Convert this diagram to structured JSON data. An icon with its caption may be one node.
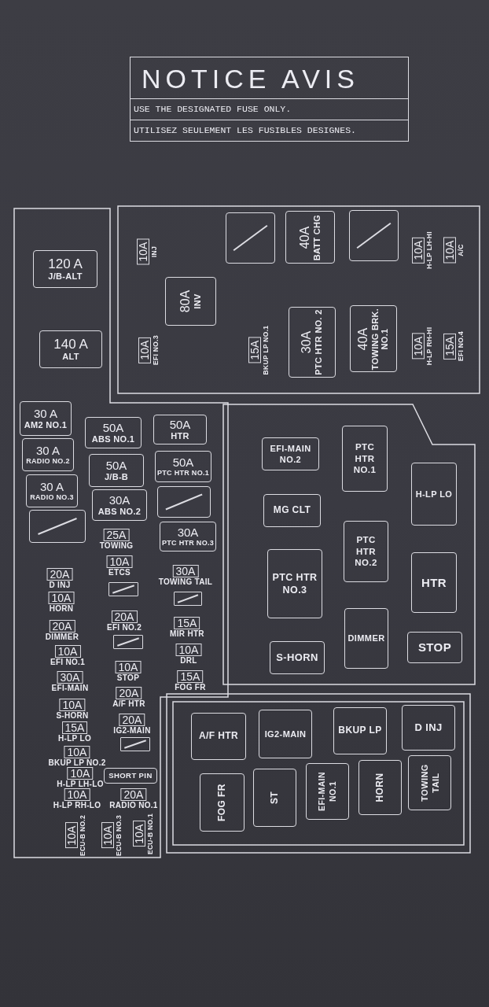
{
  "diagram": {
    "nodes": [
      {
        "text": [
          "NOTICE AVIS",
          "USE THE DESIGNATED FUSE ONLY.",
          "UTILISEZ SEULEMENT LES FUSIBLES DESIGNES."
        ]
      },
      {
        "text": [
          "10A",
          "INJ"
        ]
      },
      {
        "text": [
          "80A",
          "INV"
        ]
      },
      {
        "text": [],
        "shape": "box"
      },
      {
        "text": [
          "40A",
          "BATT CHG"
        ]
      },
      {
        "text": [],
        "shape": "box"
      },
      {
        "text": [
          "10A",
          "H-LP LH-HI"
        ]
      },
      {
        "text": [
          "10A",
          "A/C"
        ]
      },
      {
        "text": [
          "10A",
          "EFI NO.3"
        ]
      },
      {
        "text": [
          "15A",
          "BKUP LP NO.1"
        ]
      },
      {
        "text": [
          "30A",
          "PTC HTR NO. 2"
        ]
      },
      {
        "text": [
          "40A",
          "TOWING BRK. NO.1"
        ]
      },
      {
        "text": [
          "10A",
          "H-LP RH-HI"
        ]
      },
      {
        "text": [
          "15A",
          "EFI NO.4"
        ]
      },
      {
        "text": [
          "120 A",
          "J/B-ALT"
        ]
      },
      {
        "text": [
          "140 A",
          "ALT"
        ]
      },
      {
        "text": [
          "30 A",
          "AM2 NO.1"
        ]
      },
      {
        "text": [
          "50A",
          "ABS NO.1"
        ]
      },
      {
        "text": [
          "50A",
          "HTR"
        ]
      },
      {
        "text": [
          "30 A",
          "RADIO NO.2"
        ]
      },
      {
        "text": [
          "50A",
          "J/B-B"
        ]
      },
      {
        "text": [
          "50A",
          "PTC HTR NO.1"
        ]
      },
      {
        "text": [
          "30 A",
          "RADIO NO.3"
        ]
      },
      {
        "text": [
          "30A",
          "ABS NO.2"
        ]
      },
      {
        "text": [],
        "shape": "box"
      },
      {
        "text": [],
        "shape": "box"
      },
      {
        "text": [
          "25A",
          "TOWING"
        ]
      },
      {
        "text": [
          "30A",
          "PTC HTR NO.3"
        ]
      },
      {
        "text": [
          "10A",
          "ETCS"
        ]
      },
      {
        "text": [
          "30A",
          "TOWING TAIL"
        ]
      },
      {
        "text": [
          "20A",
          "D INJ"
        ]
      },
      {
        "text": [],
        "shape": "box"
      },
      {
        "text": [],
        "shape": "box"
      },
      {
        "text": [
          "10A",
          "HORN"
        ]
      },
      {
        "text": [
          "20A",
          "EFI NO.2"
        ]
      },
      {
        "text": [
          "15A",
          "MIR HTR"
        ]
      },
      {
        "text": [
          "20A",
          "DIMMER"
        ]
      },
      {
        "text": [],
        "shape": "box"
      },
      {
        "text": [
          "10A",
          "DRL"
        ]
      },
      {
        "text": [
          "10A",
          "EFI NO.1"
        ]
      },
      {
        "text": [
          "10A",
          "STOP"
        ]
      },
      {
        "text": [
          "15A",
          "FOG FR"
        ]
      },
      {
        "text": [
          "30A",
          "EFI-MAIN"
        ]
      },
      {
        "text": [
          "20A",
          "A/F HTR"
        ]
      },
      {
        "text": [
          "10A",
          "S-HORN"
        ]
      },
      {
        "text": [
          "20A",
          "IG2-MAIN"
        ]
      },
      {
        "text": [
          "15A",
          "H-LP LO"
        ]
      },
      {
        "text": [],
        "shape": "box"
      },
      {
        "text": [
          "10A",
          "BKUP LP NO.2"
        ]
      },
      {
        "text": [
          "SHORT PIN"
        ]
      },
      {
        "text": [
          "10A",
          "H-LP LH-LO"
        ]
      },
      {
        "text": [
          "10A",
          "H-LP RH-LO"
        ]
      },
      {
        "text": [
          "20A",
          "RADIO NO.1"
        ]
      },
      {
        "text": [
          "10A",
          "ECU-B NO.2"
        ]
      },
      {
        "text": [
          "10A",
          "ECU-B NO.3"
        ]
      },
      {
        "text": [
          "10A",
          "ECU-B NO.1"
        ]
      },
      {
        "text": [
          "EFI-MAIN NO.2"
        ]
      },
      {
        "text": [
          "PTC HTR NO.1"
        ]
      },
      {
        "text": [
          "H-LP LO"
        ]
      },
      {
        "text": [
          "MG CLT"
        ]
      },
      {
        "text": [
          "PTC HTR NO.2"
        ]
      },
      {
        "text": [
          "PTC HTR NO.3"
        ]
      },
      {
        "text": [
          "HTR"
        ]
      },
      {
        "text": [
          "DIMMER"
        ]
      },
      {
        "text": [
          "STOP"
        ]
      },
      {
        "text": [
          "S-HORN"
        ]
      },
      {
        "text": [
          "A/F HTR"
        ]
      },
      {
        "text": [
          "IG2-MAIN"
        ]
      },
      {
        "text": [
          "BKUP LP"
        ]
      },
      {
        "text": [
          "D INJ"
        ]
      },
      {
        "text": [
          "FOG FR"
        ]
      },
      {
        "text": [
          "ST"
        ]
      },
      {
        "text": [
          "EFI-MAIN NO.1"
        ]
      },
      {
        "text": [
          "HORN"
        ]
      },
      {
        "text": [
          "TOWING TAIL"
        ]
      }
    ]
  }
}
